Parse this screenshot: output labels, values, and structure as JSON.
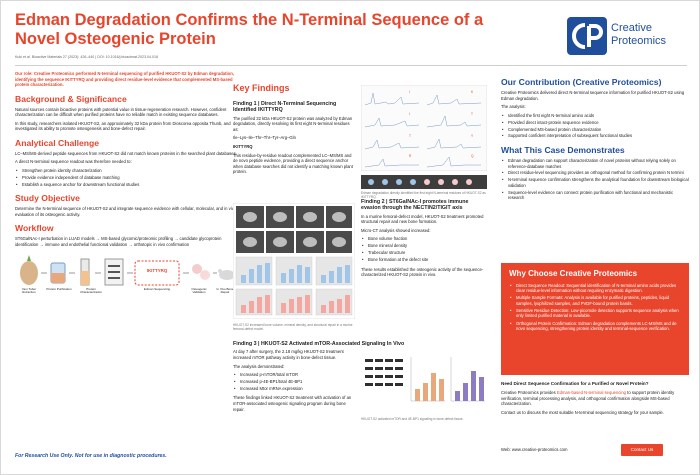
{
  "header": {
    "title": "Edman Degradation Confirms the N-Terminal Sequence of a Novel Osteogenic Protein",
    "meta": "Kuki et al. Bioactive Materials 27 (2023): 426–440 | DOI: 10.1016/j.bioactmat.2023.04.018",
    "logo_line1": "Creative",
    "logo_line2": "Proteomics"
  },
  "intro": "Our role: Creative Proteomics performed N-terminal sequencing of purified HKUOT-S2 by Edman degradation, identifying the sequence IKITTYRQ and providing direct residue-level evidence that complemented MS-based protein characterization.",
  "background": {
    "heading": "Background & Significance",
    "p1": "Natural sources contain bioactive proteins with potential value in tissue-regeneration research. However, confident characterization can be difficult when purified proteins have no reliable match in existing sequence databases.",
    "p2": "In this study, researchers isolated HKUOT-S2, an approximately 32 kDa protein from Dioscorea opposita Thunb, and investigated its ability to promote osteogenesis and bone-defect repair."
  },
  "challenge": {
    "heading": "Analytical Challenge",
    "p1": "LC–MS/MS-derived peptide sequences from HKUOT-S2 did not match known proteins in the searched plant databases.",
    "p2": "A direct N-terminal sequence readout was therefore needed to:",
    "bullets": [
      "Strengthen protein identity characterization",
      "Provide evidence independent of database matching",
      "Establish a sequence anchor for downstream functional studies"
    ]
  },
  "objective": {
    "heading": "Study Objective",
    "p1": "Determine the N-terminal sequence of HKUOT-S2 and integrate sequence evidence with cellular, molecular, and in vivo evaluation of its osteogenic activity."
  },
  "workflow": {
    "heading": "Workflow",
    "p1": "ST6GalNAc-I perturbation in LUAD models → MS-based glycomic/proteomic profiling → candidate glycoprotein identification → immune and endothelial functional validation → orthotopic in vivo confirmation",
    "step_labels": [
      "Yam Tuber Extraction",
      "Protein Purification",
      "Protein Characterization",
      "Edman Sequencing",
      "Osteogenic Validation",
      "In Vivo Bone Repair"
    ],
    "sequence_badge": "IKITTYRQ"
  },
  "footnote": "For Research Use Only. Not for use in diagnostic procedures.",
  "findings": {
    "heading": "Key Findings",
    "f1": {
      "title": "Finding 1 | Direct N-Terminal Sequencing Identified IKITTYRQ",
      "p1": "The purified 32 kDa HKUOT-S2 protein was analyzed by Edman degradation, directly resolving its first eight N-terminal residues as:",
      "residues": "Ile–Lys–Ile–Thr–Thr–Tyr–Arg–Gln",
      "seq": "IKITTYRQ",
      "p2": "This residue-by-residue readout complemented LC–MS/MS and de novo peptide evidence, providing a direct sequence anchor when database searches did not identify a matching known plant protein.",
      "caption": "Edman degradation directly identified the first eight N-terminal residues of HKUOT-S2 as IKITTYRQ."
    },
    "f2": {
      "title": "Finding 2 | ST6GalNAc-I promotes immune evasion through the NECTIN2/TIGIT axis",
      "p1": "In a murine femoral-defect model, HKUOT-S2 treatment promoted structural repair and new bone formation.",
      "p2": "Micro-CT analysis showed increased:",
      "bullets": [
        "Bone volume fraction",
        "Bone mineral density",
        "Trabecular structure",
        "Bone formation at the defect site"
      ],
      "p3": "These results established the osteogenic activity of the sequence-characterized HKUOT-S2 protein in vivo.",
      "caption": "HKUOT-S2 increased bone volume, mineral density, and structural repair in a murine femoral-defect model."
    },
    "f3": {
      "title": "Finding 3 | HKUOT-S2 Activated mTOR-Associated Signaling In Vivo",
      "p1": "At day 7 after surgery, the 2.18 mg/kg HKUOT-S2 treatment increased mTOR pathway activity in bone-defect tissue.",
      "p2": "The analysis demonstrated:",
      "bullets": [
        "Increased p-mTOR/total mTOR",
        "Increased p-4E-BP1/total 4E-BP1",
        "Increased Mtor mRNA expression"
      ],
      "p3": "These findings linked HKUOT-S2 treatment with activation of an mTOR-associated osteogenic signaling program during bone repair.",
      "caption": "HKUOT-S2 activated mTOR and 4E-BP1 signaling in bone-defect tissue."
    }
  },
  "contribution": {
    "heading": "Our Contribution (Creative Proteomics)",
    "p1": "Creative Proteomics delivered direct N-terminal sequence information for purified HKUOT-S2 using Edman degradation.",
    "p2": "The analysis:",
    "bullets": [
      "Identified the first eight N-terminal amino acids",
      "Provided direct intact-protein sequence evidence",
      "Complemented MS-based protein characterization",
      "Supported confident interpretation of subsequent functional studies"
    ]
  },
  "demonstrates": {
    "heading": "What This Case Demonstrates",
    "bullets": [
      "Edman degradation can support characterization of novel proteins without relying solely on reference-database matches",
      "Direct residue-level sequencing provides an orthogonal method for confirming protein N termini",
      "N-terminal sequence confirmation strengthens the analytical foundation for downstream biological validation",
      "Sequence-level evidence can connect protein purification with functional and mechanistic research"
    ]
  },
  "why": {
    "heading": "Why Choose Creative Proteomics",
    "bullets": [
      "Direct Sequence Readout: Sequential identification of N-terminal amino acids provides clear residue-level information without requiring enzymatic digestion.",
      "Multiple Sample Formats: Analysis is available for purified proteins, peptides, liquid samples, lyophilized samples, and PVDF-bound protein bands.",
      "Sensitive Residue Detection: Low-picomole detection supports sequence analysis when only limited purified material is available.",
      "Orthogonal Protein Confirmation: Edman degradation complements LC-MS/MS and de novo sequencing, strengthening protein identity and terminal-sequence verification."
    ]
  },
  "cta": {
    "heading": "Need Direct Sequence Confirmation for a Purified or Novel Protein?",
    "p1_a": "Creative Proteomics provides ",
    "p1_link": "Edman-based N-terminal sequencing",
    "p1_b": " to support protein identity verification, terminal processing analysis, and orthogonal confirmation alongside MS-based characterization.",
    "p2": "Contact us to discuss the most suitable N-terminal sequencing strategy for your sample.",
    "web": "Web: www.creative-proteomics.com",
    "button": "Contact Us"
  },
  "colors": {
    "accent": "#e8452c",
    "brand": "#1f4e9c"
  }
}
